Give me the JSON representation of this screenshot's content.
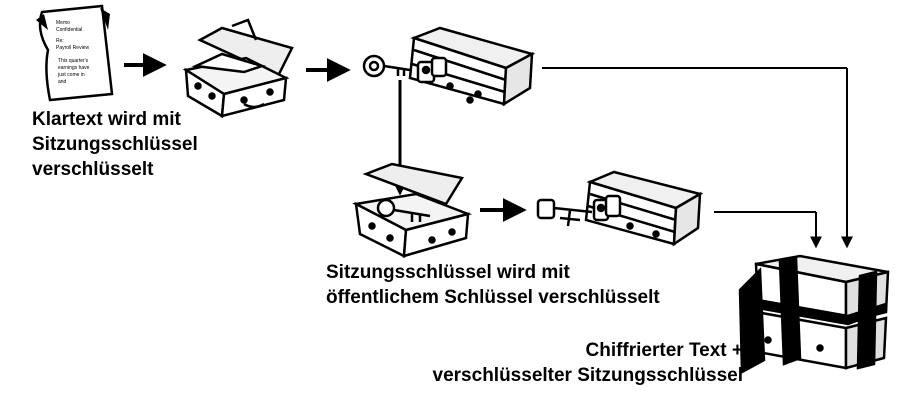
{
  "labels": {
    "plaintext_encrypted": [
      "Klartext wird mit",
      "Sitzungsschlüssel",
      "verschlüsselt"
    ],
    "session_key_encrypted": [
      "Sitzungsschlüssel wird mit",
      "öffentlichem Schlüssel verschlüsselt"
    ],
    "result": [
      "Chiffrierter Text +",
      "verschlüsselter Sitzungsschlüssel"
    ]
  },
  "document": {
    "lines": [
      "Memo",
      "Confidential",
      "Re:",
      "Payroll Review",
      "This quarter's",
      "earnings have",
      "just come in",
      "and"
    ]
  },
  "colors": {
    "ink": "#000000",
    "paper": "#ffffff",
    "shade": "#d9d9d9"
  }
}
